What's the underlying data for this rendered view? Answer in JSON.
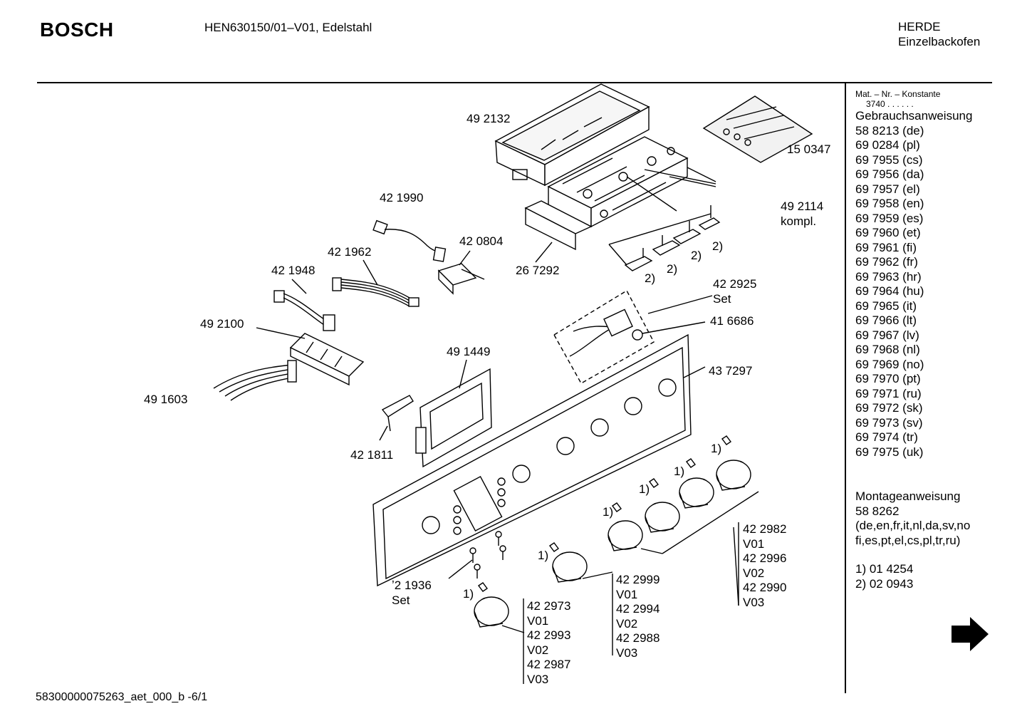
{
  "header": {
    "brand": "BOSCH",
    "model": "HEN630150/01–V01, Edelstahl",
    "category_line1": "HERDE",
    "category_line2": "Einzelbackofen"
  },
  "sidebar": {
    "mat_header": "Mat. – Nr. – Konstante",
    "mat_value": "3740 . . . . . .",
    "manual_title": "Gebrauchsanweisung",
    "manuals": [
      "58 8213 (de)",
      "69 0284 (pl)",
      "69 7955 (cs)",
      "69 7956 (da)",
      "69 7957 (el)",
      "69 7958 (en)",
      "69 7959 (es)",
      "69 7960 (et)",
      "69 7961 (fi)",
      "69 7962 (fr)",
      "69 7963 (hr)",
      "69 7964 (hu)",
      "69 7965 (it)",
      "69 7966 (lt)",
      "69 7967 (lv)",
      "69 7968 (nl)",
      "69 7969 (no)",
      "69 7970 (pt)",
      "69 7971 (ru)",
      "69 7972 (sk)",
      "69 7973 (sv)",
      "69 7974 (tr)",
      "69 7975 (uk)"
    ],
    "assembly_title": "Montageanweisung",
    "assembly_number": "58 8262",
    "assembly_langs_1": "(de,en,fr,it,nl,da,sv,no",
    "assembly_langs_2": "fi,es,pt,el,cs,pl,tr,ru)",
    "note_1": "1) 01 4254",
    "note_2": "2) 02 0943",
    "arrow": "next-page-arrow-icon"
  },
  "parts": {
    "p492132": "49 2132",
    "p150347": "15 0347",
    "p421990": "42 1990",
    "p492114": "49 2114",
    "p492114_b": "kompl.",
    "p420804": "42 0804",
    "p421962": "42 1962",
    "p421948": "42 1948",
    "p267292": "26 7292",
    "p422925": "42 2925",
    "p422925_b": "Set",
    "p416686": "41 6686",
    "p492100": "49 2100",
    "p491449": "49 1449",
    "p437297": "43 7297",
    "p491603": "49 1603",
    "p421811": "42 1811",
    "p421936": "ʼ2 1936",
    "p421936_b": "Set",
    "n2a": "2)",
    "n2b": "2)",
    "n2c": "2)",
    "n2d": "2)",
    "n1a": "1)",
    "n1b": "1)",
    "n1c": "1)",
    "n1d": "1)",
    "n1e": "1)",
    "n1f": "1)"
  },
  "knob_groups": {
    "group_a": [
      "42 2973",
      "V01",
      "42 2993",
      "V02",
      "42 2987",
      "V03"
    ],
    "group_b": [
      "42 2999",
      "V01",
      "42 2994",
      "V02",
      "42 2988",
      "V03"
    ],
    "group_c": [
      "42 2982",
      "V01",
      "42 2996",
      "V02",
      "42 2990",
      "V03"
    ]
  },
  "footer": {
    "doc_id": "58300000075263_aet_000_b -6/1"
  }
}
